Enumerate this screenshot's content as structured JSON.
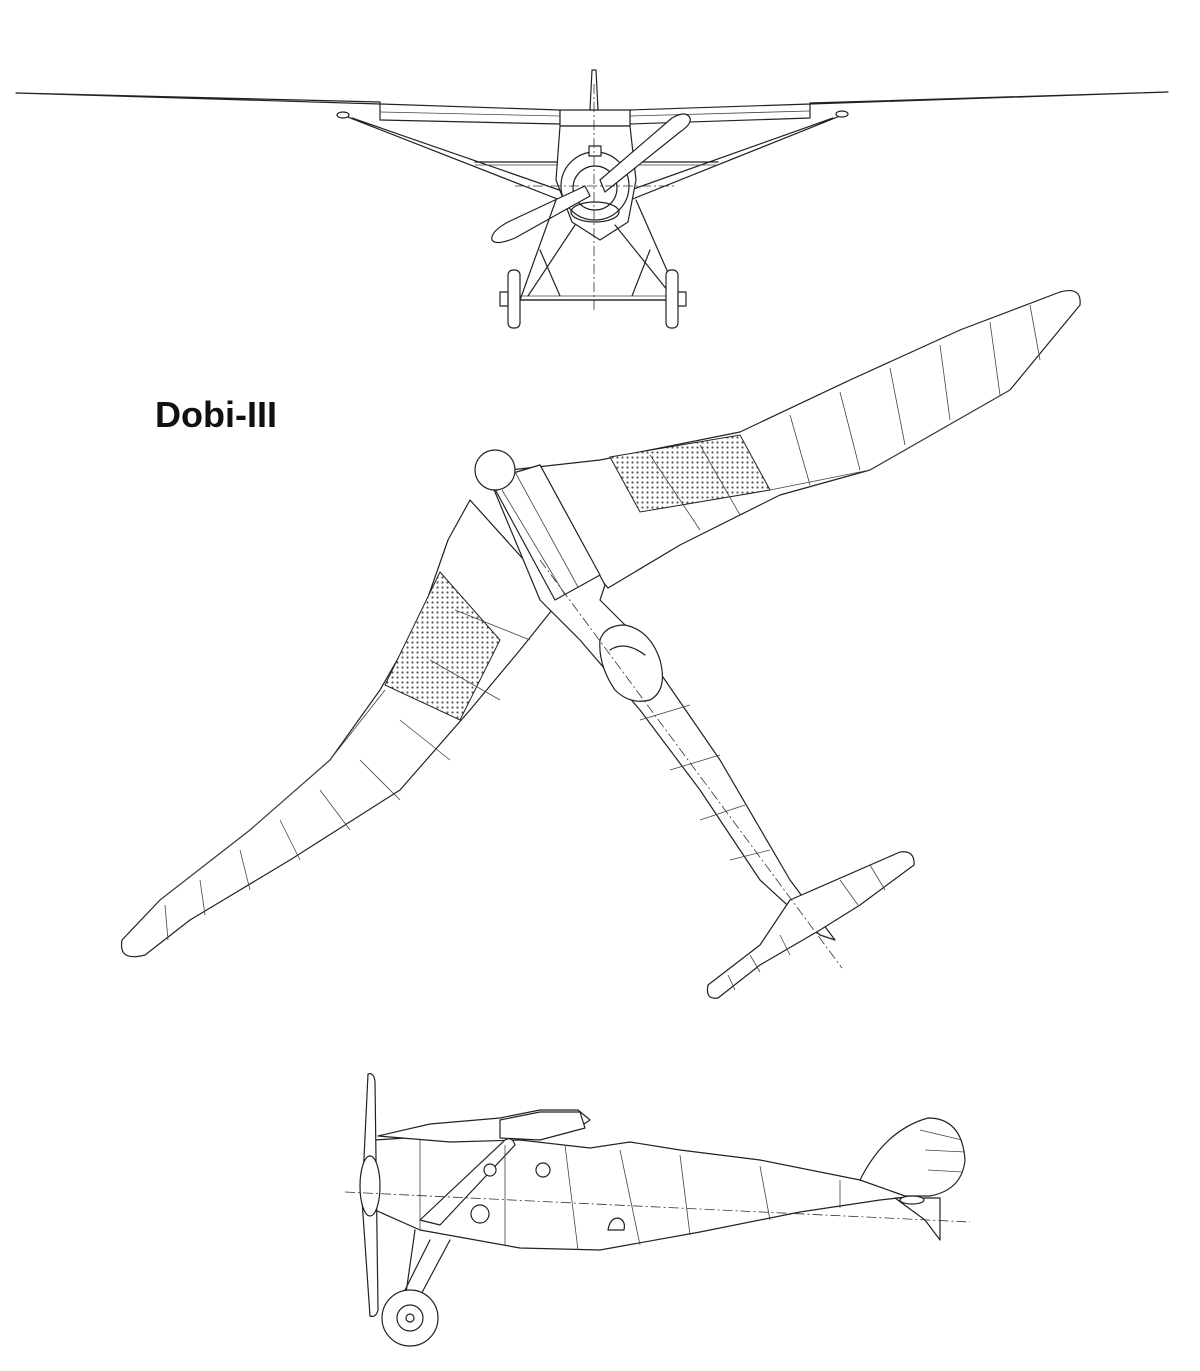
{
  "drawing": {
    "title": "Dobi-III",
    "views": [
      {
        "id": "front",
        "icon": "front-view-aircraft-icon"
      },
      {
        "id": "top",
        "icon": "top-view-aircraft-icon"
      },
      {
        "id": "side",
        "icon": "side-view-aircraft-icon"
      }
    ],
    "line_color": "#222222",
    "background_color": "#ffffff",
    "hatch_color": "#555555"
  }
}
